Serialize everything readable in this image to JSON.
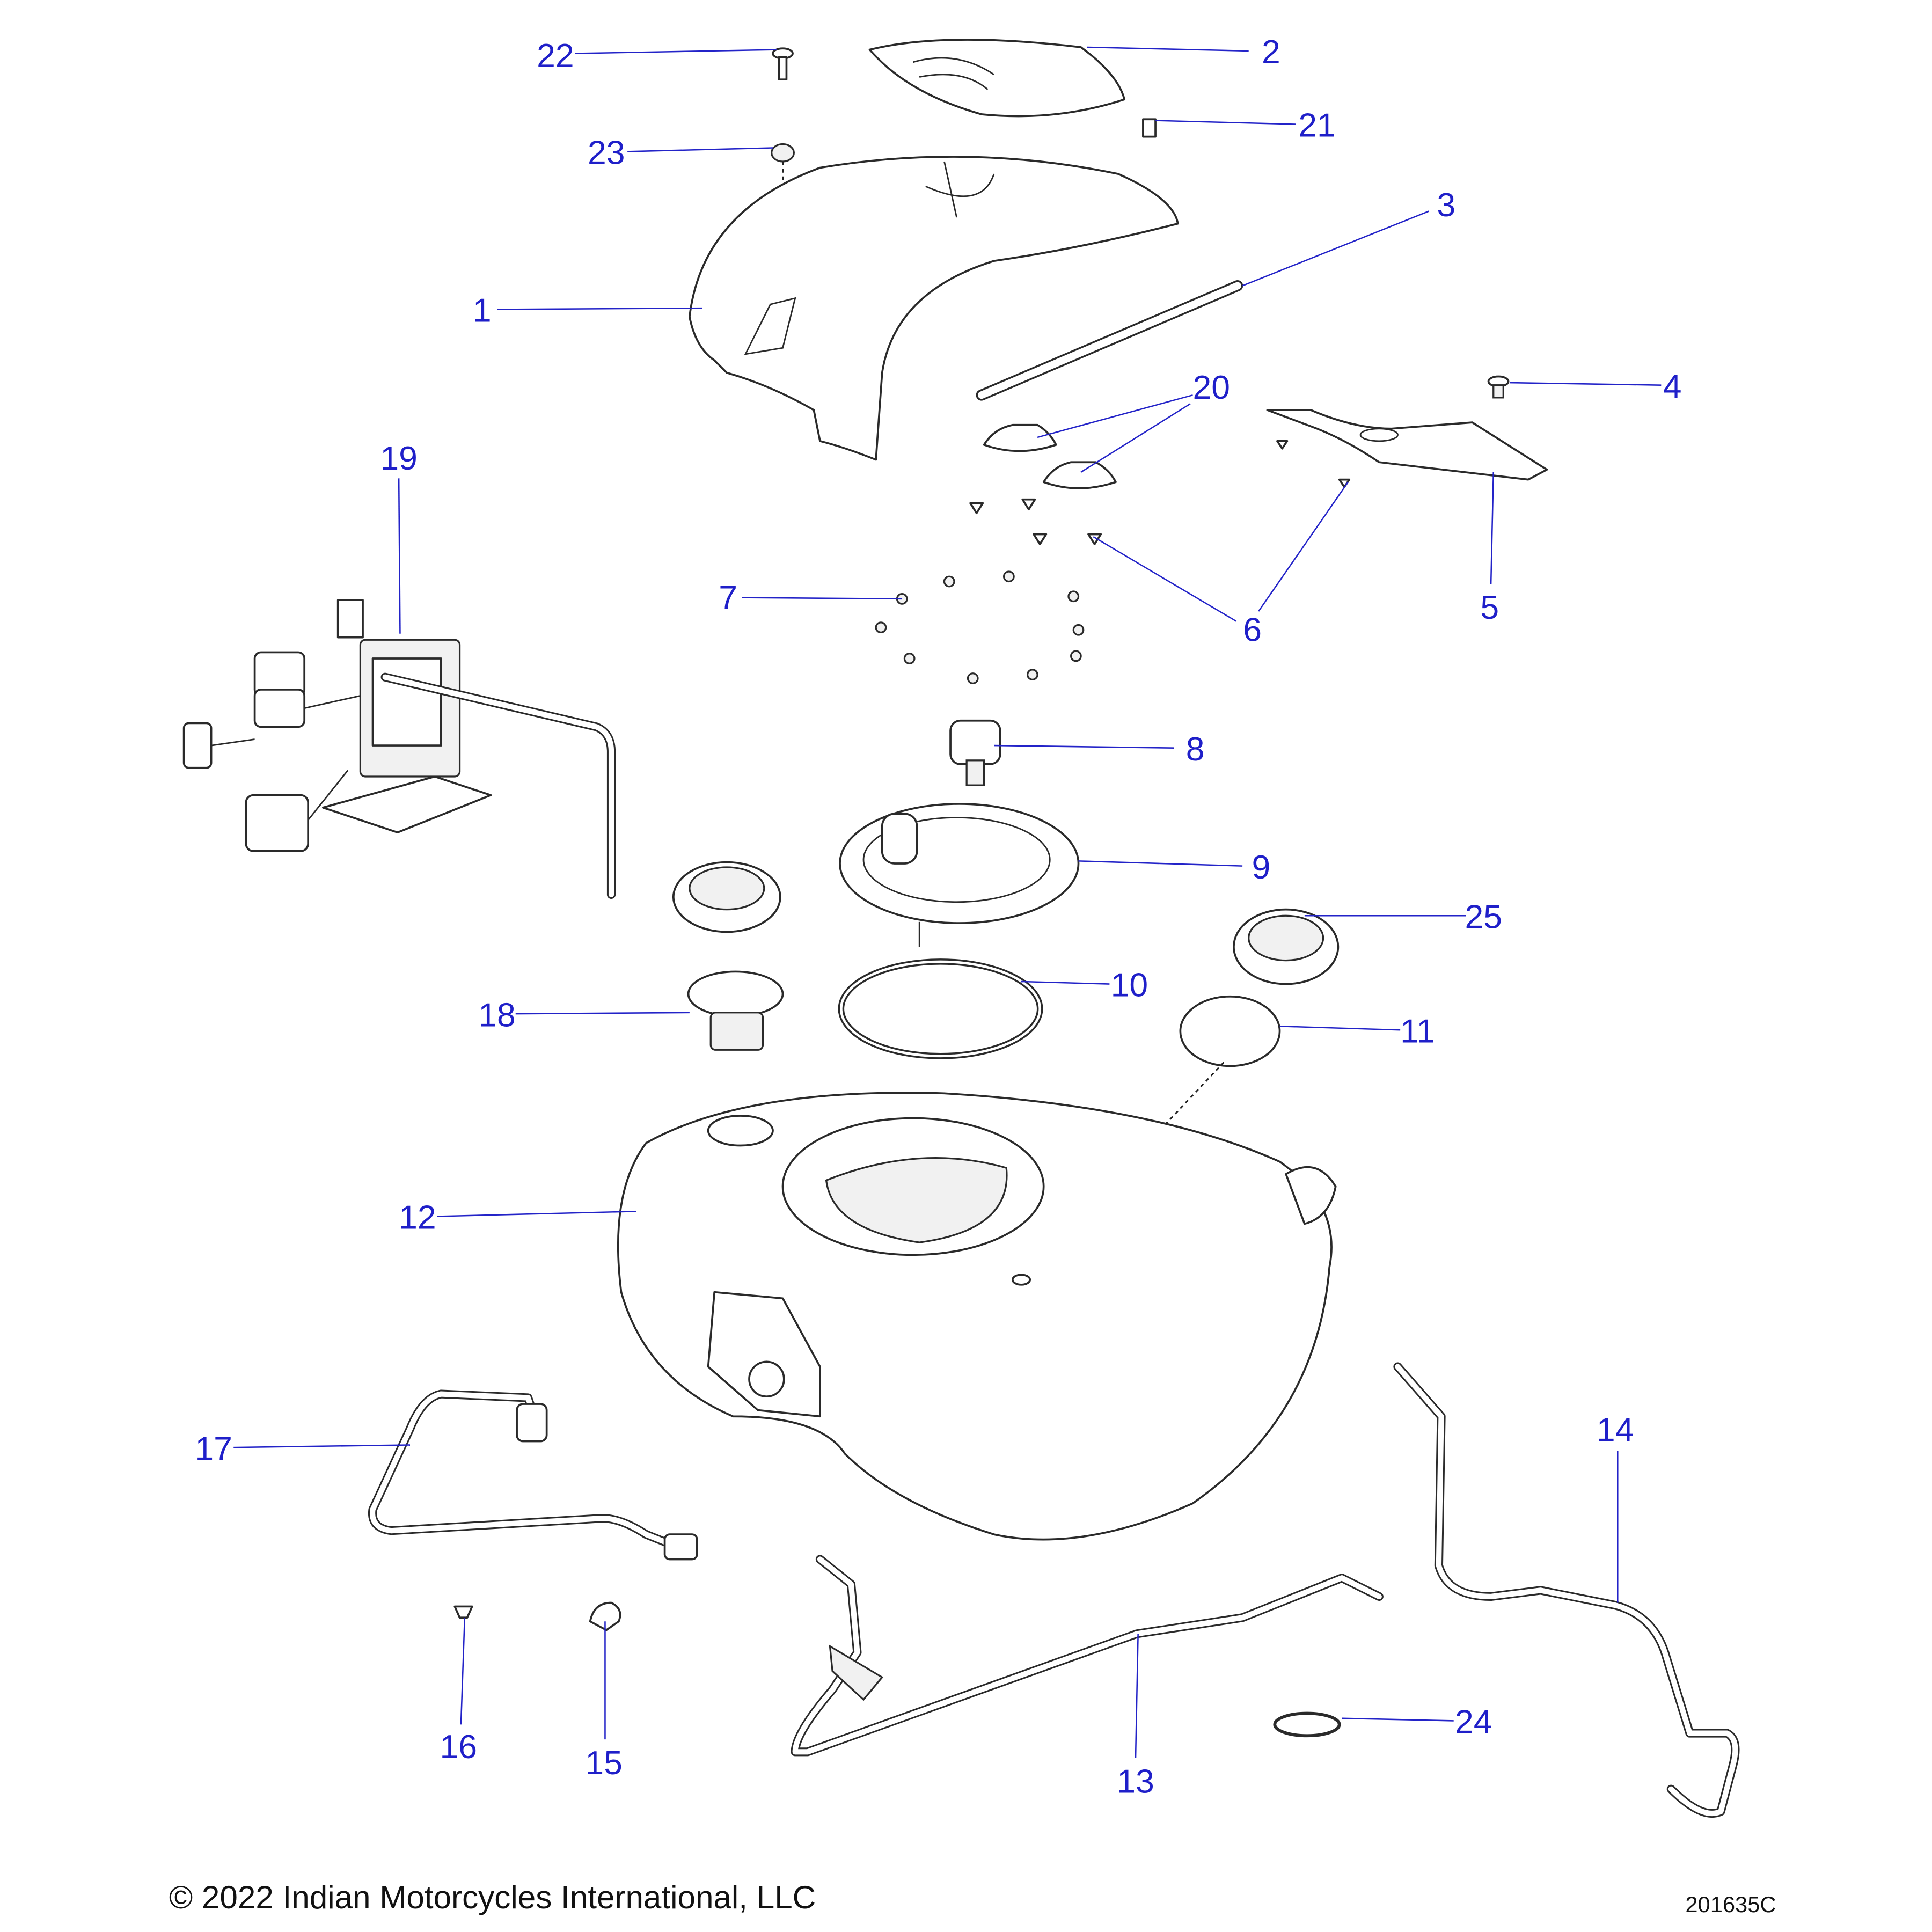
{
  "diagram": {
    "callouts": {
      "c1": "1",
      "c2": "2",
      "c3": "3",
      "c4": "4",
      "c5": "5",
      "c6": "6",
      "c7": "7",
      "c8": "8",
      "c9": "9",
      "c10": "10",
      "c11": "11",
      "c12": "12",
      "c13": "13",
      "c14": "14",
      "c15": "15",
      "c16": "16",
      "c17": "17",
      "c18": "18",
      "c19": "19",
      "c20": "20",
      "c21": "21",
      "c22": "22",
      "c23": "23",
      "c24": "24",
      "c25": "25"
    },
    "callout_color": "#1f1fc9"
  },
  "footer": {
    "copyright": "© 2022 Indian Motorcycles International, LLC",
    "drawing_id": "201635C"
  }
}
